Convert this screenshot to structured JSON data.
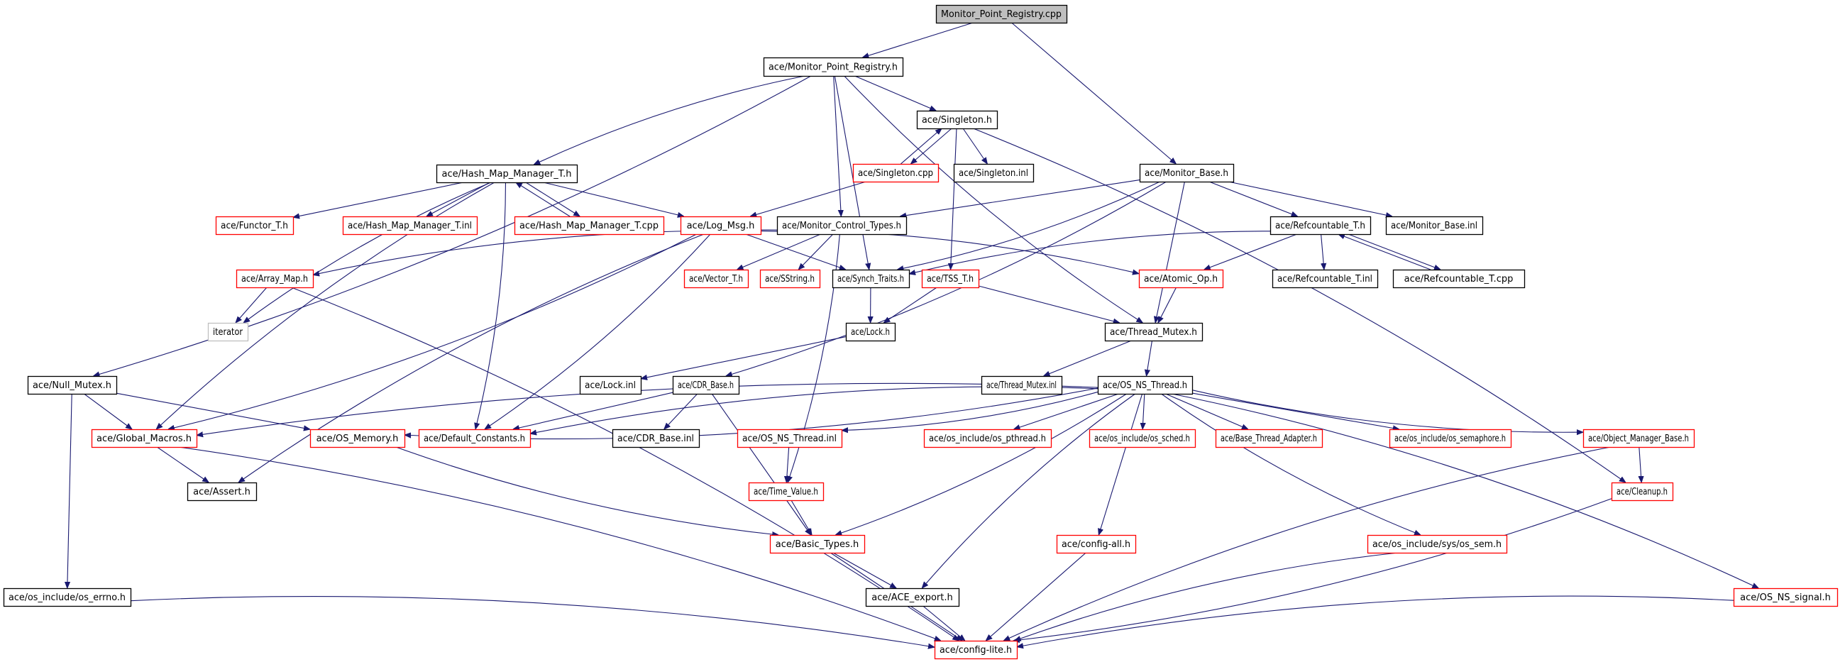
{
  "diagram": {
    "type": "include-dependency-graph",
    "root": "Monitor_Point_Registry.cpp",
    "colors": {
      "root_fill": "#bfbfbf",
      "node_fill": "#ffffff",
      "documented_border": "#000000",
      "undocumented_border": "#ff0000",
      "external_border": "#bfbfbf",
      "edge": "#191970"
    },
    "nodes": [
      {
        "id": "root",
        "label": "Monitor_Point_Registry.cpp",
        "kind": "root"
      },
      {
        "id": "mpr_h",
        "label": "ace/Monitor_Point_Registry.h",
        "kind": "documented"
      },
      {
        "id": "singleton_h",
        "label": "ace/Singleton.h",
        "kind": "documented"
      },
      {
        "id": "hmm_h",
        "label": "ace/Hash_Map_Manager_T.h",
        "kind": "documented"
      },
      {
        "id": "singleton_cpp",
        "label": "ace/Singleton.cpp",
        "kind": "undocumented"
      },
      {
        "id": "singleton_inl",
        "label": "ace/Singleton.inl",
        "kind": "documented"
      },
      {
        "id": "monitor_base_h",
        "label": "ace/Monitor_Base.h",
        "kind": "documented"
      },
      {
        "id": "functor_h",
        "label": "ace/Functor_T.h",
        "kind": "undocumented"
      },
      {
        "id": "hmm_inl",
        "label": "ace/Hash_Map_Manager_T.inl",
        "kind": "undocumented"
      },
      {
        "id": "hmm_cpp",
        "label": "ace/Hash_Map_Manager_T.cpp",
        "kind": "undocumented"
      },
      {
        "id": "log_msg_h",
        "label": "ace/Log_Msg.h",
        "kind": "undocumented"
      },
      {
        "id": "mct_h",
        "label": "ace/Monitor_Control_Types.h",
        "kind": "documented"
      },
      {
        "id": "refc_h",
        "label": "ace/Refcountable_T.h",
        "kind": "documented"
      },
      {
        "id": "monitor_base_inl",
        "label": "ace/Monitor_Base.inl",
        "kind": "documented"
      },
      {
        "id": "array_map_h",
        "label": "ace/Array_Map.h",
        "kind": "undocumented"
      },
      {
        "id": "vector_h",
        "label": "ace/Vector_T.h",
        "kind": "undocumented"
      },
      {
        "id": "sstring_h",
        "label": "ace/SString.h",
        "kind": "undocumented"
      },
      {
        "id": "synch_traits_h",
        "label": "ace/Synch_Traits.h",
        "kind": "documented"
      },
      {
        "id": "tss_h",
        "label": "ace/TSS_T.h",
        "kind": "undocumented"
      },
      {
        "id": "atomic_op_h",
        "label": "ace/Atomic_Op.h",
        "kind": "undocumented"
      },
      {
        "id": "refc_inl",
        "label": "ace/Refcountable_T.inl",
        "kind": "documented"
      },
      {
        "id": "refc_cpp",
        "label": "ace/Refcountable_T.cpp",
        "kind": "documented"
      },
      {
        "id": "iterator",
        "label": "iterator",
        "kind": "external"
      },
      {
        "id": "lock_h",
        "label": "ace/Lock.h",
        "kind": "documented"
      },
      {
        "id": "thread_mutex_h",
        "label": "ace/Thread_Mutex.h",
        "kind": "documented"
      },
      {
        "id": "null_mutex_h",
        "label": "ace/Null_Mutex.h",
        "kind": "documented"
      },
      {
        "id": "lock_inl",
        "label": "ace/Lock.inl",
        "kind": "documented"
      },
      {
        "id": "cdr_base_h",
        "label": "ace/CDR_Base.h",
        "kind": "documented"
      },
      {
        "id": "thread_mutex_inl",
        "label": "ace/Thread_Mutex.inl",
        "kind": "documented"
      },
      {
        "id": "os_ns_thread_h",
        "label": "ace/OS_NS_Thread.h",
        "kind": "documented"
      },
      {
        "id": "global_macros_h",
        "label": "ace/Global_Macros.h",
        "kind": "undocumented"
      },
      {
        "id": "os_memory_h",
        "label": "ace/OS_Memory.h",
        "kind": "undocumented"
      },
      {
        "id": "default_constants_h",
        "label": "ace/Default_Constants.h",
        "kind": "undocumented"
      },
      {
        "id": "cdr_base_inl",
        "label": "ace/CDR_Base.inl",
        "kind": "documented"
      },
      {
        "id": "os_ns_thread_inl",
        "label": "ace/OS_NS_Thread.inl",
        "kind": "undocumented"
      },
      {
        "id": "os_pthread_h",
        "label": "ace/os_include/os_pthread.h",
        "kind": "undocumented"
      },
      {
        "id": "os_sched_h",
        "label": "ace/os_include/os_sched.h",
        "kind": "undocumented"
      },
      {
        "id": "bta_h",
        "label": "ace/Base_Thread_Adapter.h",
        "kind": "undocumented"
      },
      {
        "id": "os_semaphore_h",
        "label": "ace/os_include/os_semaphore.h",
        "kind": "undocumented"
      },
      {
        "id": "omb_h",
        "label": "ace/Object_Manager_Base.h",
        "kind": "undocumented"
      },
      {
        "id": "assert_h",
        "label": "ace/Assert.h",
        "kind": "documented"
      },
      {
        "id": "time_value_h",
        "label": "ace/Time_Value.h",
        "kind": "undocumented"
      },
      {
        "id": "cleanup_h",
        "label": "ace/Cleanup.h",
        "kind": "undocumented"
      },
      {
        "id": "basic_types_h",
        "label": "ace/Basic_Types.h",
        "kind": "undocumented"
      },
      {
        "id": "config_all_h",
        "label": "ace/config-all.h",
        "kind": "undocumented"
      },
      {
        "id": "os_sem_h",
        "label": "ace/os_include/sys/os_sem.h",
        "kind": "undocumented"
      },
      {
        "id": "os_errno_h",
        "label": "ace/os_include/os_errno.h",
        "kind": "documented"
      },
      {
        "id": "ace_export_h",
        "label": "ace/ACE_export.h",
        "kind": "documented"
      },
      {
        "id": "os_ns_signal_h",
        "label": "ace/OS_NS_signal.h",
        "kind": "undocumented"
      },
      {
        "id": "config_lite_h",
        "label": "ace/config-lite.h",
        "kind": "undocumented"
      }
    ],
    "edges": [
      [
        "root",
        "mpr_h"
      ],
      [
        "root",
        "monitor_base_h"
      ],
      [
        "mpr_h",
        "singleton_h"
      ],
      [
        "mpr_h",
        "hmm_h"
      ],
      [
        "mpr_h",
        "null_mutex_h"
      ],
      [
        "mpr_h",
        "mct_h"
      ],
      [
        "mpr_h",
        "synch_traits_h"
      ],
      [
        "mpr_h",
        "thread_mutex_h"
      ],
      [
        "singleton_h",
        "singleton_cpp"
      ],
      [
        "singleton_cpp",
        "singleton_h"
      ],
      [
        "singleton_h",
        "singleton_inl"
      ],
      [
        "singleton_h",
        "tss_h"
      ],
      [
        "singleton_h",
        "cleanup_h"
      ],
      [
        "singleton_cpp",
        "log_msg_h"
      ],
      [
        "hmm_h",
        "functor_h"
      ],
      [
        "hmm_h",
        "hmm_inl"
      ],
      [
        "hmm_h",
        "hmm_cpp"
      ],
      [
        "hmm_cpp",
        "hmm_h"
      ],
      [
        "hmm_h",
        "log_msg_h"
      ],
      [
        "hmm_h",
        "iterator"
      ],
      [
        "hmm_h",
        "default_constants_h"
      ],
      [
        "hmm_h",
        "global_macros_h"
      ],
      [
        "log_msg_h",
        "default_constants_h"
      ],
      [
        "log_msg_h",
        "assert_h"
      ],
      [
        "log_msg_h",
        "atomic_op_h"
      ],
      [
        "log_msg_h",
        "synch_traits_h"
      ],
      [
        "log_msg_h",
        "global_macros_h"
      ],
      [
        "mct_h",
        "array_map_h"
      ],
      [
        "mct_h",
        "vector_h"
      ],
      [
        "mct_h",
        "sstring_h"
      ],
      [
        "mct_h",
        "time_value_h"
      ],
      [
        "array_map_h",
        "iterator"
      ],
      [
        "array_map_h",
        "config_lite_h"
      ],
      [
        "monitor_base_h",
        "mct_h"
      ],
      [
        "monitor_base_h",
        "refc_h"
      ],
      [
        "monitor_base_h",
        "monitor_base_inl"
      ],
      [
        "monitor_base_h",
        "synch_traits_h"
      ],
      [
        "monitor_base_h",
        "thread_mutex_h"
      ],
      [
        "monitor_base_h",
        "cdr_base_h"
      ],
      [
        "refc_h",
        "synch_traits_h"
      ],
      [
        "refc_h",
        "atomic_op_h"
      ],
      [
        "refc_h",
        "refc_inl"
      ],
      [
        "refc_h",
        "refc_cpp"
      ],
      [
        "refc_cpp",
        "refc_h"
      ],
      [
        "synch_traits_h",
        "lock_h"
      ],
      [
        "tss_h",
        "lock_h"
      ],
      [
        "tss_h",
        "thread_mutex_h"
      ],
      [
        "atomic_op_h",
        "thread_mutex_h"
      ],
      [
        "lock_h",
        "lock_inl"
      ],
      [
        "thread_mutex_h",
        "thread_mutex_inl"
      ],
      [
        "thread_mutex_h",
        "os_ns_thread_h"
      ],
      [
        "cdr_base_h",
        "cdr_base_inl"
      ],
      [
        "cdr_base_h",
        "default_constants_h"
      ],
      [
        "cdr_base_h",
        "basic_types_h"
      ],
      [
        "null_mutex_h",
        "global_macros_h"
      ],
      [
        "null_mutex_h",
        "os_memory_h"
      ],
      [
        "null_mutex_h",
        "os_errno_h"
      ],
      [
        "os_ns_thread_h",
        "global_macros_h"
      ],
      [
        "os_ns_thread_h",
        "os_memory_h"
      ],
      [
        "os_ns_thread_h",
        "default_constants_h"
      ],
      [
        "os_ns_thread_h",
        "os_ns_thread_inl"
      ],
      [
        "os_ns_thread_h",
        "os_pthread_h"
      ],
      [
        "os_ns_thread_h",
        "os_sched_h"
      ],
      [
        "os_ns_thread_h",
        "bta_h"
      ],
      [
        "os_ns_thread_h",
        "os_semaphore_h"
      ],
      [
        "os_ns_thread_h",
        "omb_h"
      ],
      [
        "os_ns_thread_h",
        "basic_types_h"
      ],
      [
        "os_ns_thread_h",
        "ace_export_h"
      ],
      [
        "os_ns_thread_h",
        "config_all_h"
      ],
      [
        "os_ns_thread_h",
        "os_sem_h"
      ],
      [
        "os_ns_thread_h",
        "os_ns_signal_h"
      ],
      [
        "global_macros_h",
        "assert_h"
      ],
      [
        "global_macros_h",
        "config_lite_h"
      ],
      [
        "os_memory_h",
        "basic_types_h"
      ],
      [
        "os_ns_thread_inl",
        "time_value_h"
      ],
      [
        "time_value_h",
        "basic_types_h"
      ],
      [
        "omb_h",
        "cleanup_h"
      ],
      [
        "omb_h",
        "config_lite_h"
      ],
      [
        "cleanup_h",
        "config_lite_h"
      ],
      [
        "basic_types_h",
        "ace_export_h"
      ],
      [
        "basic_types_h",
        "config_lite_h"
      ],
      [
        "ace_export_h",
        "config_lite_h"
      ],
      [
        "config_all_h",
        "config_lite_h"
      ],
      [
        "os_sem_h",
        "config_lite_h"
      ],
      [
        "os_errno_h",
        "config_lite_h"
      ],
      [
        "os_ns_signal_h",
        "config_lite_h"
      ]
    ]
  }
}
